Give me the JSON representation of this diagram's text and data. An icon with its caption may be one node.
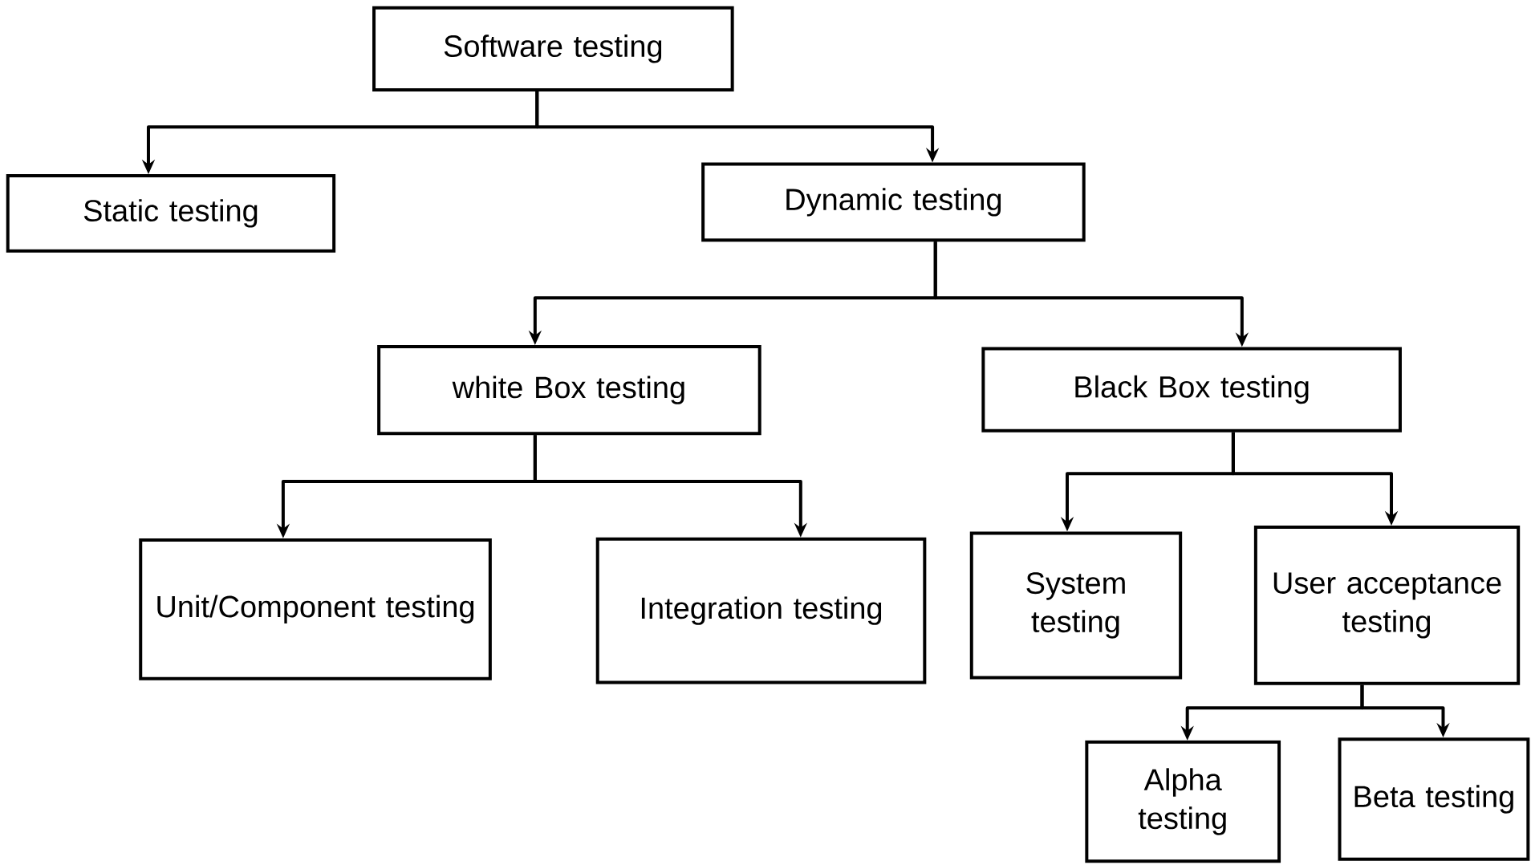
{
  "diagram": {
    "nodes": [
      {
        "text": [
          "Software testing"
        ]
      },
      {
        "text": [
          "Static testing"
        ]
      },
      {
        "text": [
          "Dynamic testing"
        ]
      },
      {
        "text": [
          "white Box testing"
        ]
      },
      {
        "text": [
          "Black Box testing"
        ]
      },
      {
        "text": [
          "Unit/Component testing"
        ]
      },
      {
        "text": [
          "Integration testing"
        ]
      },
      {
        "text": [
          "System testing"
        ]
      },
      {
        "text": [
          "User acceptance testing"
        ]
      },
      {
        "text": [
          "Alpha testing"
        ]
      },
      {
        "text": [
          "Beta testing"
        ]
      }
    ],
    "edges": [
      {
        "from": 0,
        "to": 1,
        "arrow": "to"
      },
      {
        "from": 0,
        "to": 2,
        "arrow": "to"
      },
      {
        "from": 2,
        "to": 3,
        "arrow": "to"
      },
      {
        "from": 2,
        "to": 4,
        "arrow": "to"
      },
      {
        "from": 3,
        "to": 5,
        "arrow": "to"
      },
      {
        "from": 3,
        "to": 6,
        "arrow": "to"
      },
      {
        "from": 4,
        "to": 7,
        "arrow": "to"
      },
      {
        "from": 4,
        "to": 8,
        "arrow": "to"
      },
      {
        "from": 8,
        "to": 9,
        "arrow": "to"
      },
      {
        "from": 8,
        "to": 10,
        "arrow": "to"
      }
    ]
  }
}
